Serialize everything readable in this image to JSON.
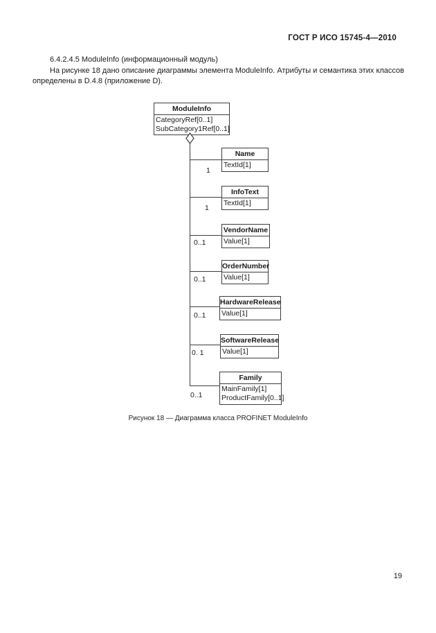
{
  "page": {
    "header": "ГОСТ Р ИСО 15745-4—2010",
    "page_number": "19"
  },
  "body": {
    "heading": "6.4.2.4.5  ModuleInfo (информационный модуль)",
    "paragraph": "На рисунке 18 дано описание диаграммы элемента ModuleInfo. Атрибуты и семантика этих классов определены в D.4.8 (приложение D).",
    "caption": "Рисунок 18 — Диаграмма класса PROFINET ModuleInfo"
  },
  "diagram": {
    "type": "uml-class-aggregation",
    "colors": {
      "line": "#3c3c3c",
      "text": "#1a1a1a",
      "background": "#ffffff"
    },
    "root": {
      "name": "ModuleInfo",
      "attributes": [
        "CategoryRef[0..1]",
        "SubCategory1Ref[0..1]"
      ]
    },
    "children": [
      {
        "name": "Name",
        "attributes": [
          "TextId[1]"
        ],
        "multiplicity": "1"
      },
      {
        "name": "InfoText",
        "attributes": [
          "TextId[1]"
        ],
        "multiplicity": "1"
      },
      {
        "name": "VendorName",
        "attributes": [
          "Value[1]"
        ],
        "multiplicity": "0..1"
      },
      {
        "name": "OrderNumber",
        "attributes": [
          "Value[1]"
        ],
        "multiplicity": "0..1"
      },
      {
        "name": "HardwareRelease",
        "attributes": [
          "Value[1]"
        ],
        "multiplicity": "0..1"
      },
      {
        "name": "SoftwareRelease",
        "attributes": [
          "Value[1]"
        ],
        "multiplicity": "0. 1"
      },
      {
        "name": "Family",
        "attributes": [
          "MainFamily[1]",
          "ProductFamily[0..1]"
        ],
        "multiplicity": "0..1"
      }
    ]
  }
}
